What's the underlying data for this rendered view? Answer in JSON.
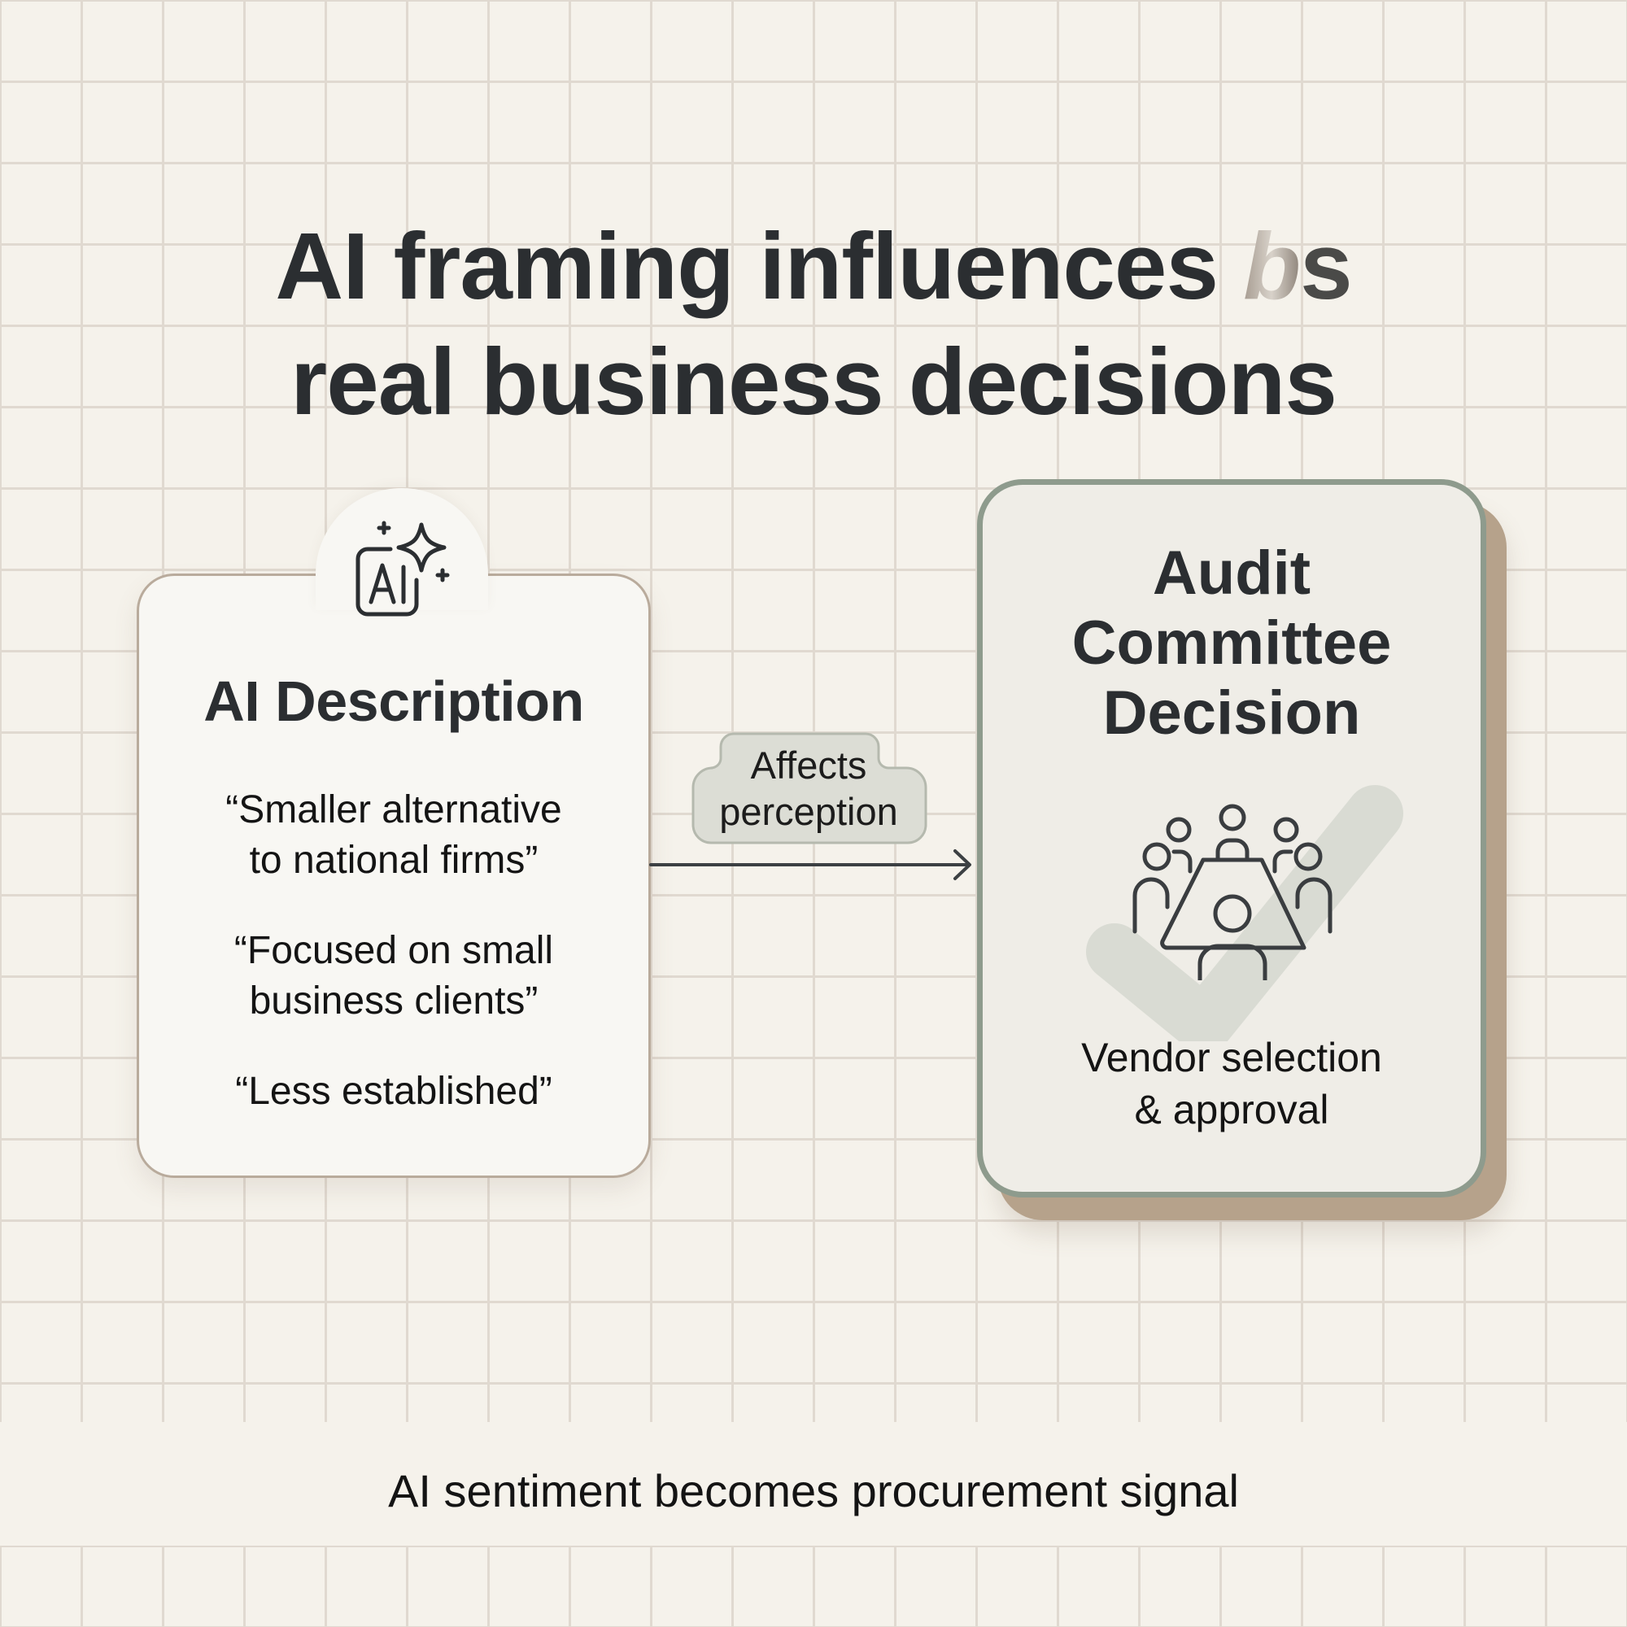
{
  "title": {
    "line1_prefix": "AI framing influences ",
    "line1_glitch": "b",
    "line1_suffix": "s",
    "line2": "real business decisions"
  },
  "left_card": {
    "icon": "ai-sparkle-icon",
    "heading": "AI Description",
    "quotes": [
      "“Smaller alternative to national firms”",
      "“Focused on small business clients”",
      "“Less established”"
    ],
    "quote_lines": [
      [
        "“Smaller alternative",
        "to national firms”"
      ],
      [
        "“Focused on small",
        "business clients”"
      ],
      [
        "“Less established”"
      ]
    ],
    "border_color": "#b9ab9c"
  },
  "connector": {
    "label_line1": "Affects",
    "label_line2": "perception",
    "arrow": "arrow-right-icon"
  },
  "right_card": {
    "heading_lines": [
      "Audit",
      "Committee",
      "Decision"
    ],
    "icon": "meeting-table-icon",
    "background_icon": "checkmark-icon",
    "sub_lines": [
      "Vendor selection",
      "& approval"
    ],
    "border_color": "#8e9b8d",
    "shadow_color": "#b6a28b"
  },
  "caption": "AI sentiment becomes procurement signal",
  "colors": {
    "background": "#f5f2eb",
    "grid": "#e0d9d0",
    "text": "#2b2e31"
  }
}
